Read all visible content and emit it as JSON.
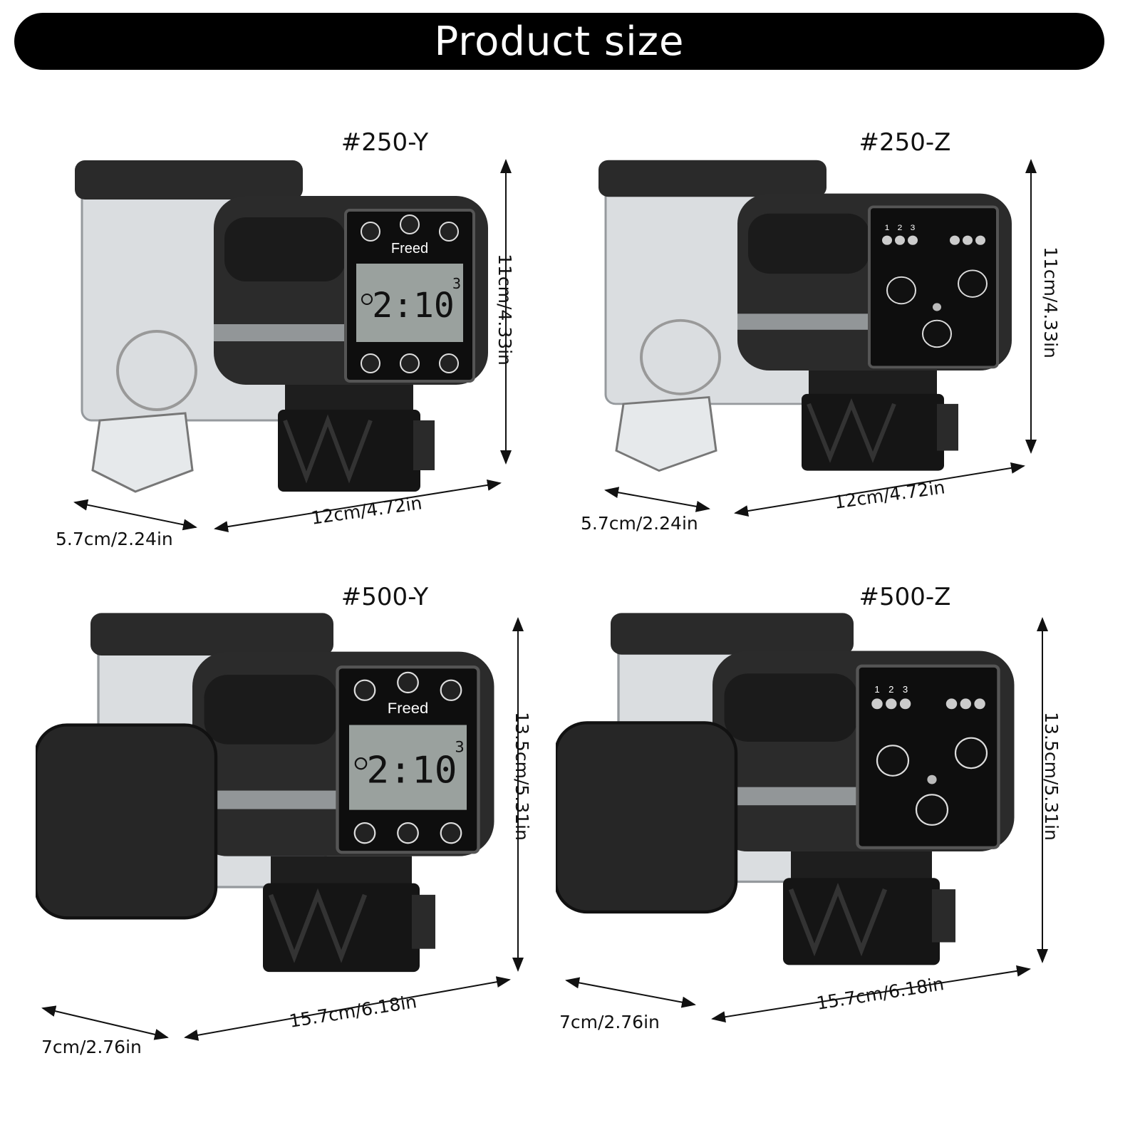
{
  "header": {
    "title": "Product size"
  },
  "products": [
    {
      "model": "#250-Y",
      "type": "Y",
      "size": "250",
      "height": "11cm/4.33in",
      "depth": "5.7cm/2.24in",
      "width": "12cm/4.72in"
    },
    {
      "model": "#250-Z",
      "type": "Z",
      "size": "250",
      "height": "11cm/4.33in",
      "depth": "5.7cm/2.24in",
      "width": "12cm/4.72in"
    },
    {
      "model": "#500-Y",
      "type": "Y",
      "size": "500",
      "height": "13.5cm/5.31in",
      "depth": "7cm/2.76in",
      "width": "15.7cm/6.18in"
    },
    {
      "model": "#500-Z",
      "type": "Z",
      "size": "500",
      "height": "13.5cm/5.31in",
      "depth": "7cm/2.76in",
      "width": "15.7cm/6.18in"
    }
  ],
  "panel_y": {
    "brand": "Freed",
    "time": "2:10",
    "count": "3"
  },
  "panel_z": {
    "slots": [
      "1",
      "2",
      "3"
    ]
  },
  "colors": {
    "body": "#2b2b2b",
    "panel": "#0e0e0e",
    "hopper": "#d6dadd",
    "lcd": "#9aa19e"
  }
}
